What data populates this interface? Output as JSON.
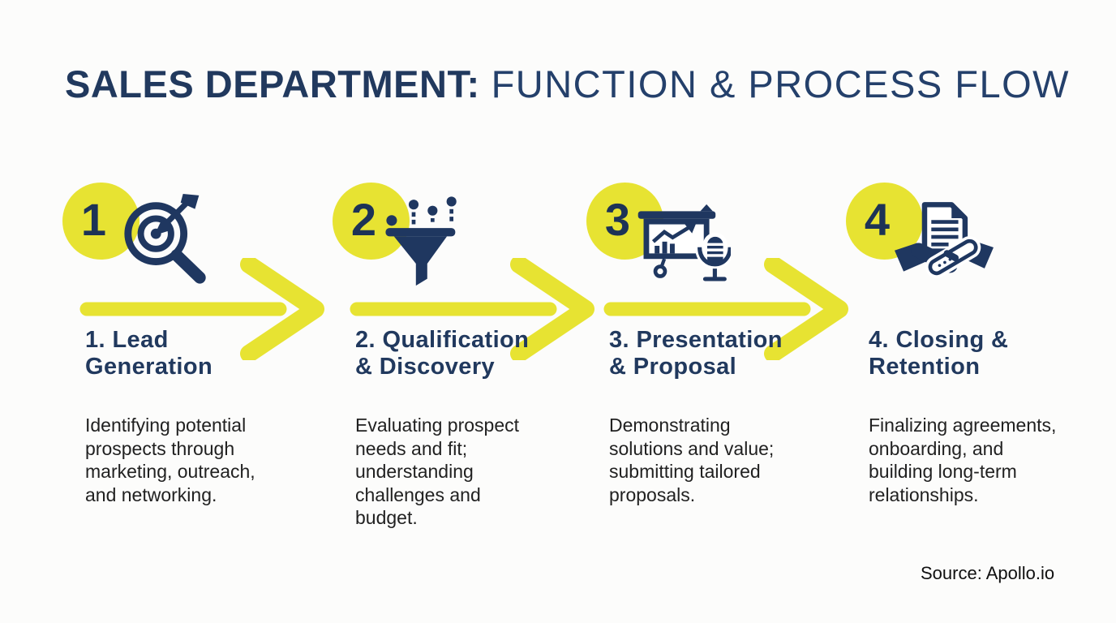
{
  "title": {
    "bold_part": "SALES DEPARTMENT:",
    "light_part": "FUNCTION & PROCESS FLOW"
  },
  "steps": [
    {
      "number": "1",
      "icon": "target-magnifier-icon",
      "heading_line1": "1. Lead",
      "heading_line2": "Generation",
      "description": "Identifying potential prospects through marketing, outreach, and networking.",
      "has_arrow": true
    },
    {
      "number": "2",
      "icon": "funnel-leads-icon",
      "heading_line1": "2. Qualification",
      "heading_line2": "& Discovery",
      "description": "Evaluating prospect needs and fit; understanding challenges and budget.",
      "has_arrow": true
    },
    {
      "number": "3",
      "icon": "presentation-chart-mic-icon",
      "heading_line1": "3. Presentation",
      "heading_line2": "& Proposal",
      "description": "Demonstrating solutions and value; submitting tailored proposals.",
      "has_arrow": true
    },
    {
      "number": "4",
      "icon": "document-handshake-icon",
      "heading_line1": "4. Closing &",
      "heading_line2": "Retention",
      "description": "Finalizing agreements, onboarding, and building long-term relationships.",
      "has_arrow": false
    }
  ],
  "footer": {
    "source": "Source: Apollo.io"
  },
  "colors": {
    "accent_yellow": "#e7e332",
    "navy": "#21395e",
    "body_text": "#212121",
    "background": "#fcfcfb"
  }
}
